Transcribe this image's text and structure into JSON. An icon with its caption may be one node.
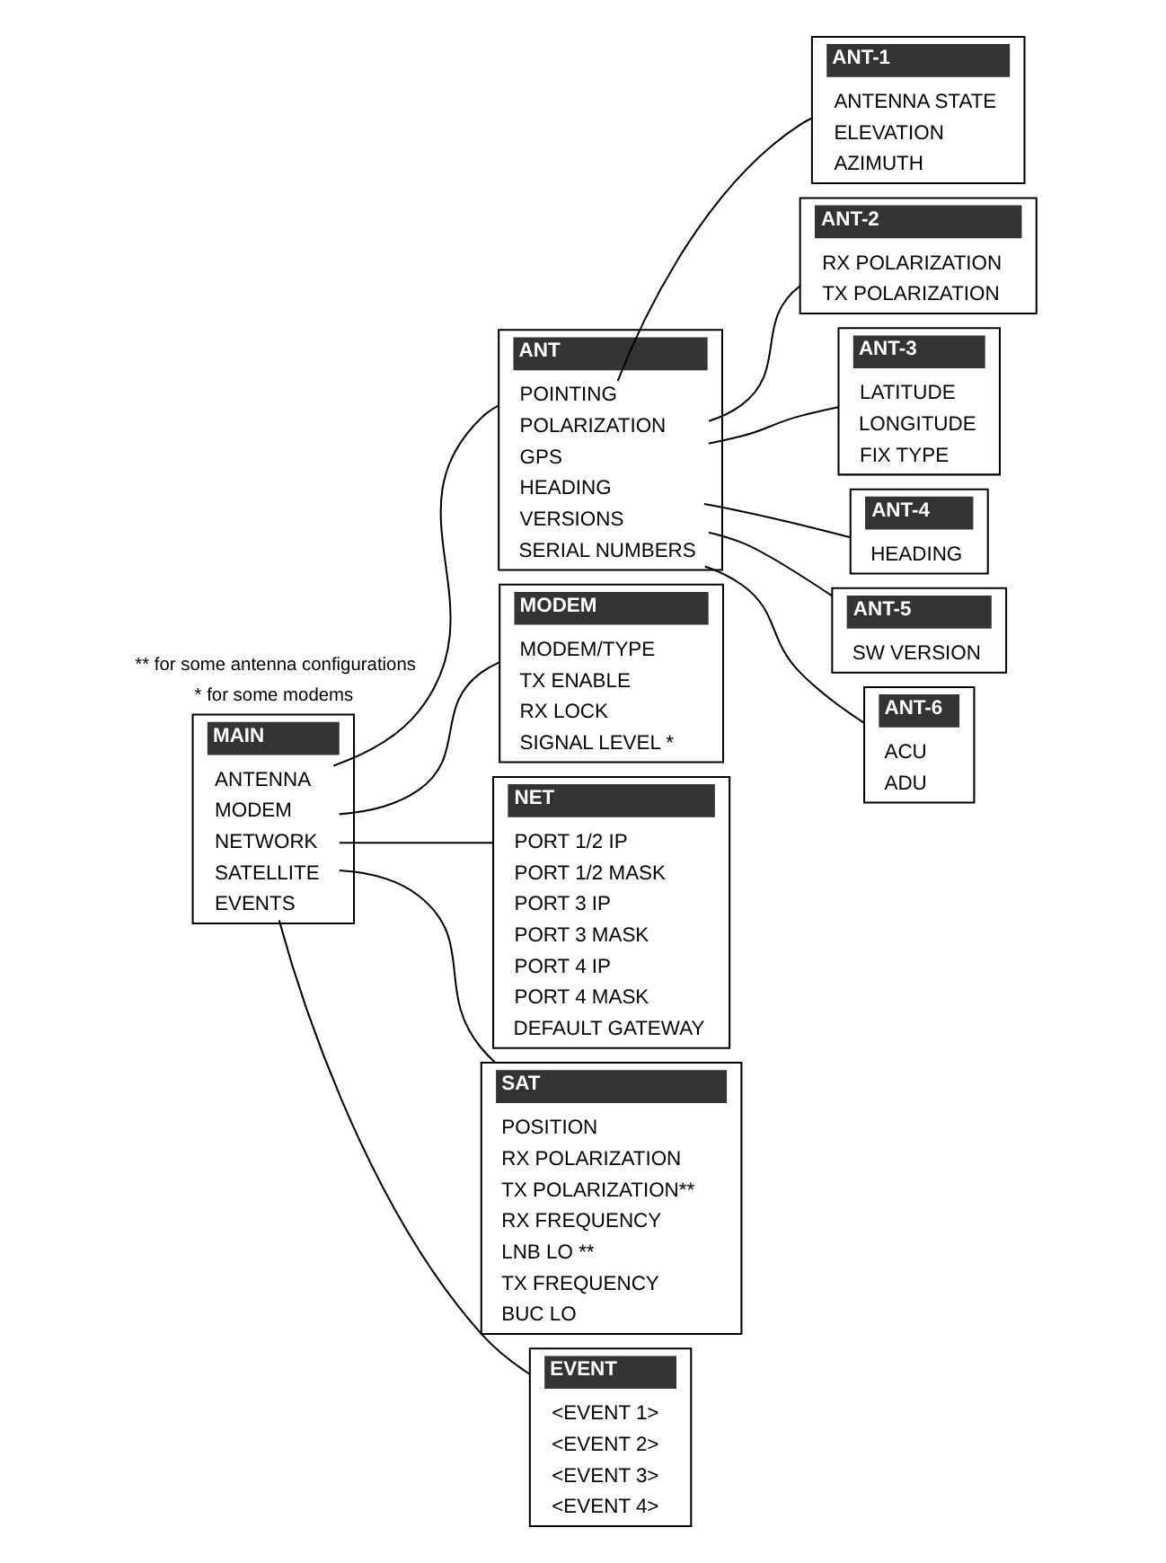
{
  "diagram": {
    "nodes": [
      {
        "text": [
          "MAIN"
        ]
      },
      {
        "text": [
          "ANTENNA"
        ],
        "in": 0
      },
      {
        "text": [
          "MODEM"
        ],
        "in": 0
      },
      {
        "text": [
          "NETWORK"
        ],
        "in": 0
      },
      {
        "text": [
          "SATELLITE"
        ],
        "in": 0
      },
      {
        "text": [
          "EVENTS"
        ],
        "in": 0
      },
      {
        "text": [
          "ANT"
        ]
      },
      {
        "text": [
          "POINTING"
        ],
        "in": 6
      },
      {
        "text": [
          "POLARIZATION"
        ],
        "in": 6
      },
      {
        "text": [
          "GPS"
        ],
        "in": 6
      },
      {
        "text": [
          "HEADING"
        ],
        "in": 6
      },
      {
        "text": [
          "VERSIONS"
        ],
        "in": 6
      },
      {
        "text": [
          "SERIAL NUMBERS"
        ],
        "in": 6
      },
      {
        "text": [
          "ANT-1"
        ]
      },
      {
        "text": [
          "ANTENNA STATE"
        ],
        "in": 13
      },
      {
        "text": [
          "ELEVATION"
        ],
        "in": 13
      },
      {
        "text": [
          "AZIMUTH"
        ],
        "in": 13
      },
      {
        "text": [
          "ANT-2"
        ]
      },
      {
        "text": [
          "RX POLARIZATION"
        ],
        "in": 17
      },
      {
        "text": [
          "TX POLARIZATION"
        ],
        "in": 17
      },
      {
        "text": [
          "ANT-3"
        ]
      },
      {
        "text": [
          "LATITUDE"
        ],
        "in": 20
      },
      {
        "text": [
          "LONGITUDE"
        ],
        "in": 20
      },
      {
        "text": [
          "FIX TYPE"
        ],
        "in": 20
      },
      {
        "text": [
          "ANT-4"
        ]
      },
      {
        "text": [
          "HEADING"
        ],
        "in": 24
      },
      {
        "text": [
          "ANT-5"
        ]
      },
      {
        "text": [
          "SW VERSION"
        ],
        "in": 26
      },
      {
        "text": [
          "ANT-6"
        ]
      },
      {
        "text": [
          "ACU"
        ],
        "in": 28
      },
      {
        "text": [
          "ADU"
        ],
        "in": 28
      },
      {
        "text": [
          "MODEM"
        ]
      },
      {
        "text": [
          "MODEM/TYPE"
        ],
        "in": 31
      },
      {
        "text": [
          "TX ENABLE"
        ],
        "in": 31
      },
      {
        "text": [
          "RX LOCK"
        ],
        "in": 31
      },
      {
        "text": [
          "SIGNAL LEVEL *"
        ],
        "in": 31
      },
      {
        "text": [
          "NET"
        ]
      },
      {
        "text": [
          "PORT 1/2 IP"
        ],
        "in": 36
      },
      {
        "text": [
          "PORT 1/2 MASK"
        ],
        "in": 36
      },
      {
        "text": [
          "PORT 3 IP"
        ],
        "in": 36
      },
      {
        "text": [
          "PORT 3 MASK"
        ],
        "in": 36
      },
      {
        "text": [
          "PORT 4 IP"
        ],
        "in": 36
      },
      {
        "text": [
          "PORT 4 MASK"
        ],
        "in": 36
      },
      {
        "text": [
          "DEFAULT GATEWAY"
        ],
        "in": 36
      },
      {
        "text": [
          "SAT"
        ]
      },
      {
        "text": [
          "POSITION"
        ],
        "in": 44
      },
      {
        "text": [
          "RX POLARIZATION"
        ],
        "in": 44
      },
      {
        "text": [
          "TX POLARIZATION**"
        ],
        "in": 44
      },
      {
        "text": [
          "RX FREQUENCY"
        ],
        "in": 44
      },
      {
        "text": [
          "LNB LO **"
        ],
        "in": 44
      },
      {
        "text": [
          "TX FREQUENCY"
        ],
        "in": 44
      },
      {
        "text": [
          "BUC LO"
        ],
        "in": 44
      },
      {
        "text": [
          "EVENT"
        ]
      },
      {
        "text": [
          "<EVENT 1>"
        ],
        "in": 52
      },
      {
        "text": [
          "<EVENT 2>"
        ],
        "in": 52
      },
      {
        "text": [
          "<EVENT 3>"
        ],
        "in": 52
      },
      {
        "text": [
          "<EVENT 4>"
        ],
        "in": 52
      }
    ],
    "edges": [
      {
        "from": 1,
        "to": 6,
        "arrow": "none"
      },
      {
        "from": 2,
        "to": 31,
        "arrow": "none"
      },
      {
        "from": 3,
        "to": 36,
        "arrow": "none"
      },
      {
        "from": 4,
        "to": 44,
        "arrow": "none"
      },
      {
        "from": 5,
        "to": 52,
        "arrow": "none"
      },
      {
        "from": 7,
        "to": 13,
        "arrow": "none"
      },
      {
        "from": 8,
        "to": 17,
        "arrow": "none"
      },
      {
        "from": 9,
        "to": 20,
        "arrow": "none"
      },
      {
        "from": 10,
        "to": 24,
        "arrow": "none"
      },
      {
        "from": 11,
        "to": 26,
        "arrow": "none"
      },
      {
        "from": 12,
        "to": 28,
        "arrow": "none"
      }
    ],
    "labels": [
      "* for some modems",
      "** for some antenna configurations"
    ]
  }
}
